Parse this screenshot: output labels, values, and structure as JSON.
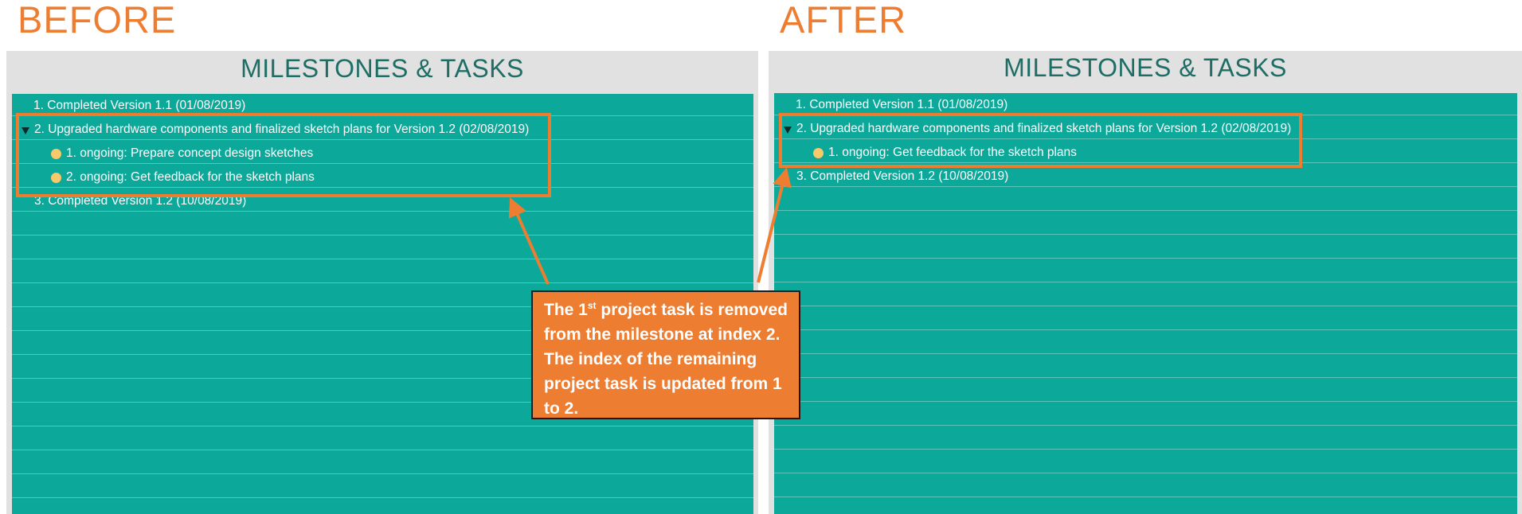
{
  "before": {
    "heading": "BEFORE",
    "panel_title": "MILESTONES & TASKS",
    "rows": [
      {
        "text": "1. Completed Version 1.1 (01/08/2019)"
      },
      {
        "text": "2. Upgraded hardware components and finalized sketch plans for Version 1.2 (02/08/2019)"
      },
      {
        "text": "1. ongoing: Prepare concept design sketches"
      },
      {
        "text": "2. ongoing: Get feedback for the sketch plans"
      },
      {
        "text": "3. Completed Version 1.2 (10/08/2019)"
      }
    ]
  },
  "after": {
    "heading": "AFTER",
    "panel_title": "MILESTONES & TASKS",
    "rows": [
      {
        "text": "1. Completed Version 1.1 (01/08/2019)"
      },
      {
        "text": "2. Upgraded hardware components and finalized sketch plans for Version 1.2 (02/08/2019)"
      },
      {
        "text": "1. ongoing: Get feedback for the sketch plans"
      },
      {
        "text": "3. Completed Version 1.2 (10/08/2019)"
      }
    ]
  },
  "callout": {
    "part1": "The 1",
    "superscript": "st",
    "part2": " project task is removed from the milestone at index 2. The index of the remaining project task is updated from 1 to 2."
  },
  "colors": {
    "accent": "#ED7D31",
    "list_background": "#0CA899",
    "title_text": "#1E6E66",
    "task_dot": "#F9C86A"
  }
}
